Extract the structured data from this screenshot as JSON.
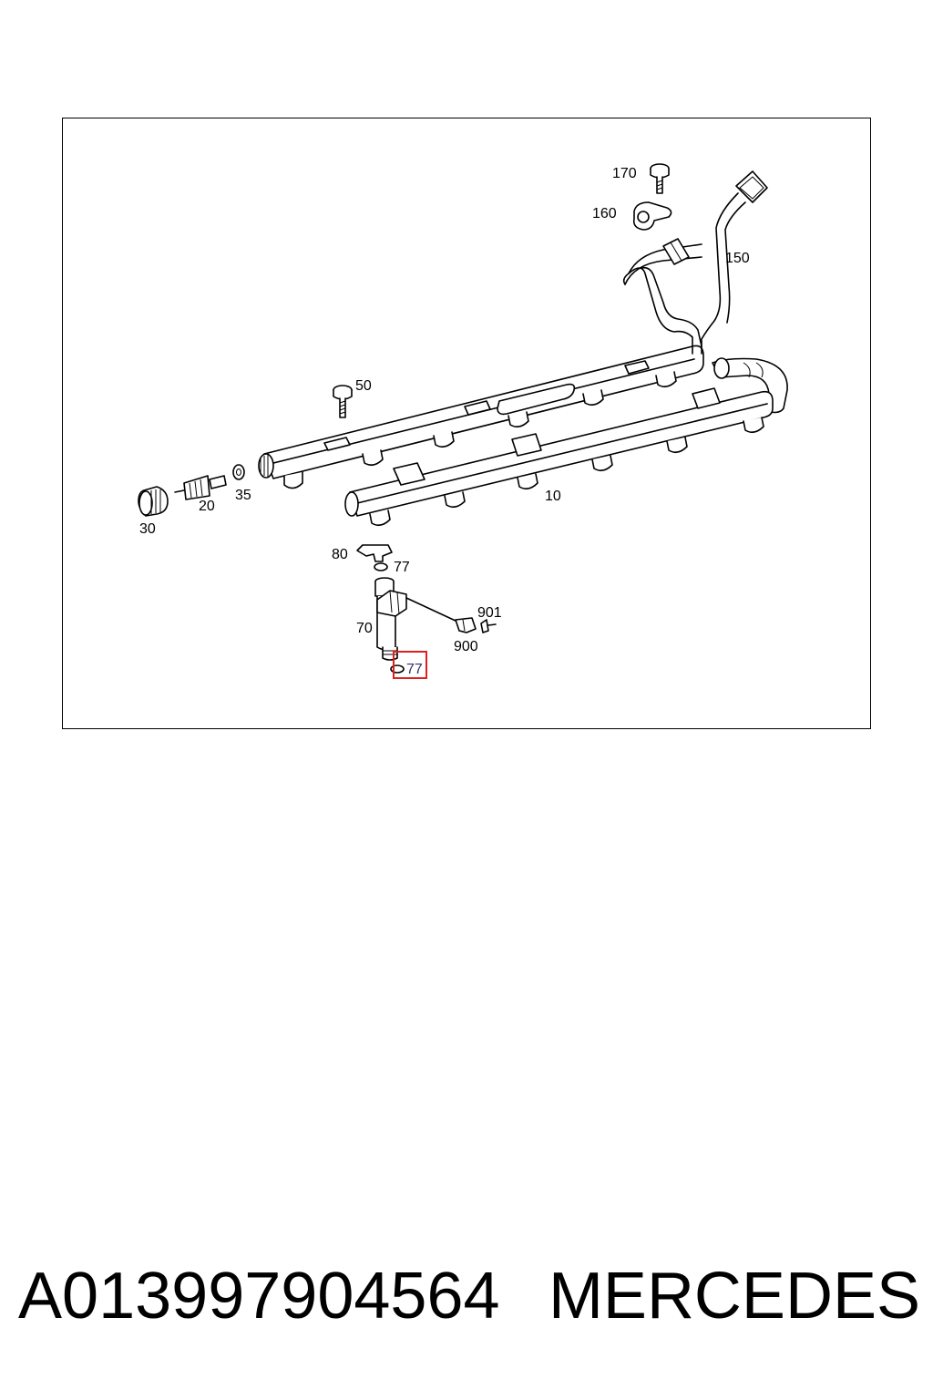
{
  "diagram": {
    "callouts": {
      "p10": "10",
      "p20": "20",
      "p30": "30",
      "p35": "35",
      "p50": "50",
      "p70": "70",
      "p77a": "77",
      "p77b": "77",
      "p80": "80",
      "p150": "150",
      "p160": "160",
      "p170": "170",
      "p900": "900",
      "p901": "901"
    },
    "highlighted_callout": "p77b",
    "highlight_color": "#e02020"
  },
  "footer": {
    "part_number": "A013997904564",
    "brand": "MERCEDES"
  }
}
